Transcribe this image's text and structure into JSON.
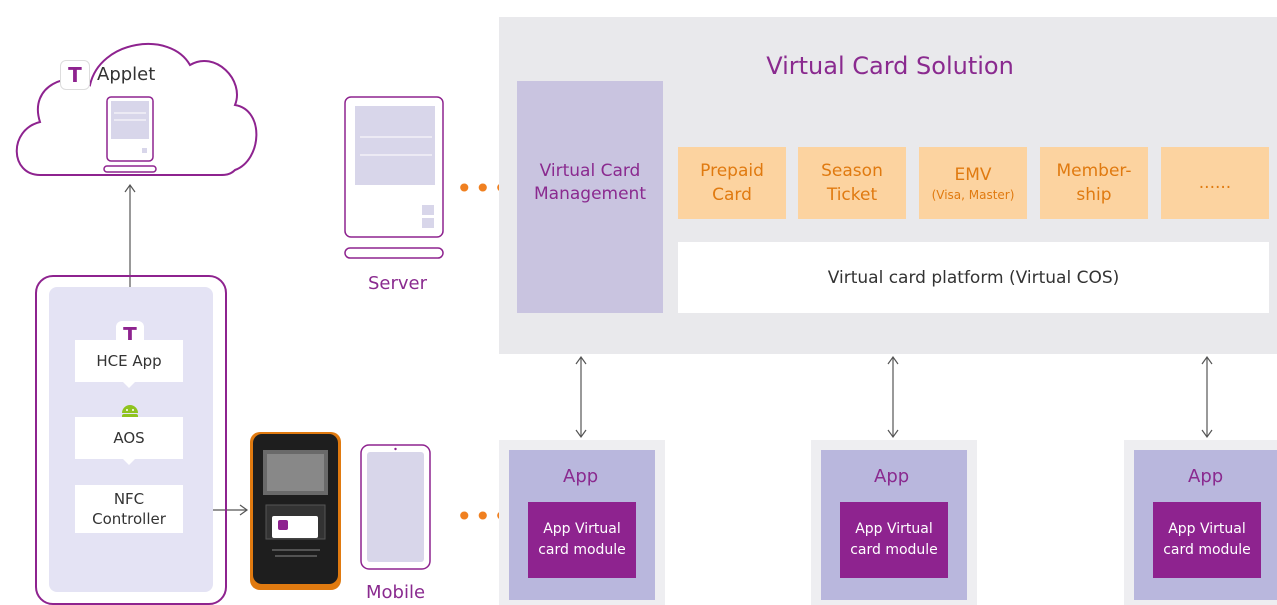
{
  "cloud": {
    "label": "Applet"
  },
  "server": {
    "label": "Server"
  },
  "mobile": {
    "label": "Mobile"
  },
  "phone_stack": {
    "hce": "HCE App",
    "aos": "AOS",
    "nfc_line1": "NFC",
    "nfc_line2": "Controller"
  },
  "solution": {
    "title": "Virtual Card Solution",
    "management_line1": "Virtual Card",
    "management_line2": "Management",
    "cards": [
      {
        "line1": "Prepaid",
        "line2": "Card",
        "sub": ""
      },
      {
        "line1": "Season",
        "line2": "Ticket",
        "sub": ""
      },
      {
        "line1": "EMV",
        "line2": "",
        "sub": "(Visa, Master)"
      },
      {
        "line1": "Member-",
        "line2": "ship",
        "sub": ""
      },
      {
        "line1": "......",
        "line2": "",
        "sub": ""
      }
    ],
    "platform": "Virtual card platform (Virtual COS)"
  },
  "apps": [
    {
      "title": "App",
      "module_line1": "App Virtual",
      "module_line2": "card module"
    },
    {
      "title": "App",
      "module_line1": "App Virtual",
      "module_line2": "card module"
    },
    {
      "title": "App",
      "module_line1": "App Virtual",
      "module_line2": "card module"
    }
  ],
  "colors": {
    "accent_purple": "#8e238f",
    "card_orange_bg": "#fcd3a0",
    "card_orange_text": "#e07a10",
    "management_bg": "#c9c4e0",
    "app_bg": "#b9b7dd",
    "dots_orange": "#f08020"
  },
  "icons": [
    "t-logo-icon",
    "android-icon",
    "tablet-icon",
    "server-icon",
    "card-reader-icon",
    "mobile-phone-icon",
    "cloud-icon"
  ]
}
